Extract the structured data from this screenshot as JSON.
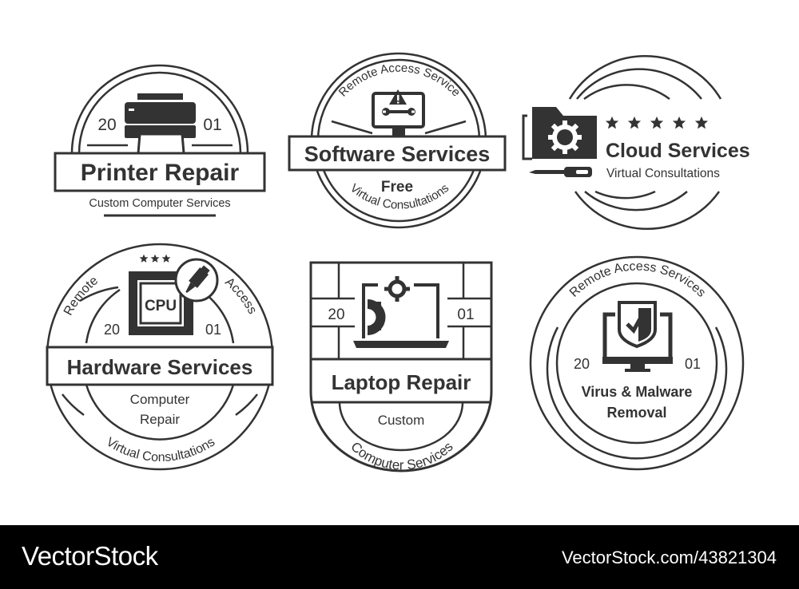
{
  "colors": {
    "ink": "#333333",
    "background": "#ffffff",
    "footer_bg": "#000000",
    "footer_text": "#ffffff"
  },
  "badges": [
    {
      "id": "printer-repair",
      "title": "Printer Repair",
      "subtitle": "Custom Computer Services",
      "year_left": "20",
      "year_right": "01",
      "icon": "printer-icon"
    },
    {
      "id": "software-services",
      "title": "Software Services",
      "arc_top": "Remote Access Service",
      "line_below": "Free",
      "arc_bottom": "Virtual Consultations",
      "icon": "monitor-warning-wrench-icon"
    },
    {
      "id": "cloud-services",
      "title": "Cloud Services",
      "subtitle": "Virtual Consultations",
      "stars": 5,
      "icon": "folder-gear-screwdriver-icon"
    },
    {
      "id": "hardware-services",
      "title": "Hardware Services",
      "arc_left": "Remote",
      "arc_right": "Access",
      "year_left": "20",
      "year_right": "01",
      "cpu_label": "CPU",
      "stars": 3,
      "line1": "Computer",
      "line2": "Repair",
      "arc_bottom": "Virtual Consultations",
      "icon": "cpu-thermal-paste-icon"
    },
    {
      "id": "laptop-repair",
      "title": "Laptop Repair",
      "year_left": "20",
      "year_right": "01",
      "line1": "Custom",
      "arc_bottom": "Computer Services",
      "icon": "laptop-gears-icon"
    },
    {
      "id": "virus-malware-removal",
      "arc_top": "Remote Access Services",
      "year_left": "20",
      "year_right": "01",
      "line1": "Virus & Malware",
      "line2": "Removal",
      "icon": "monitor-shield-icon"
    }
  ],
  "footer": {
    "brand": "VectorStock",
    "reference": "VectorStock.com/43821304"
  }
}
